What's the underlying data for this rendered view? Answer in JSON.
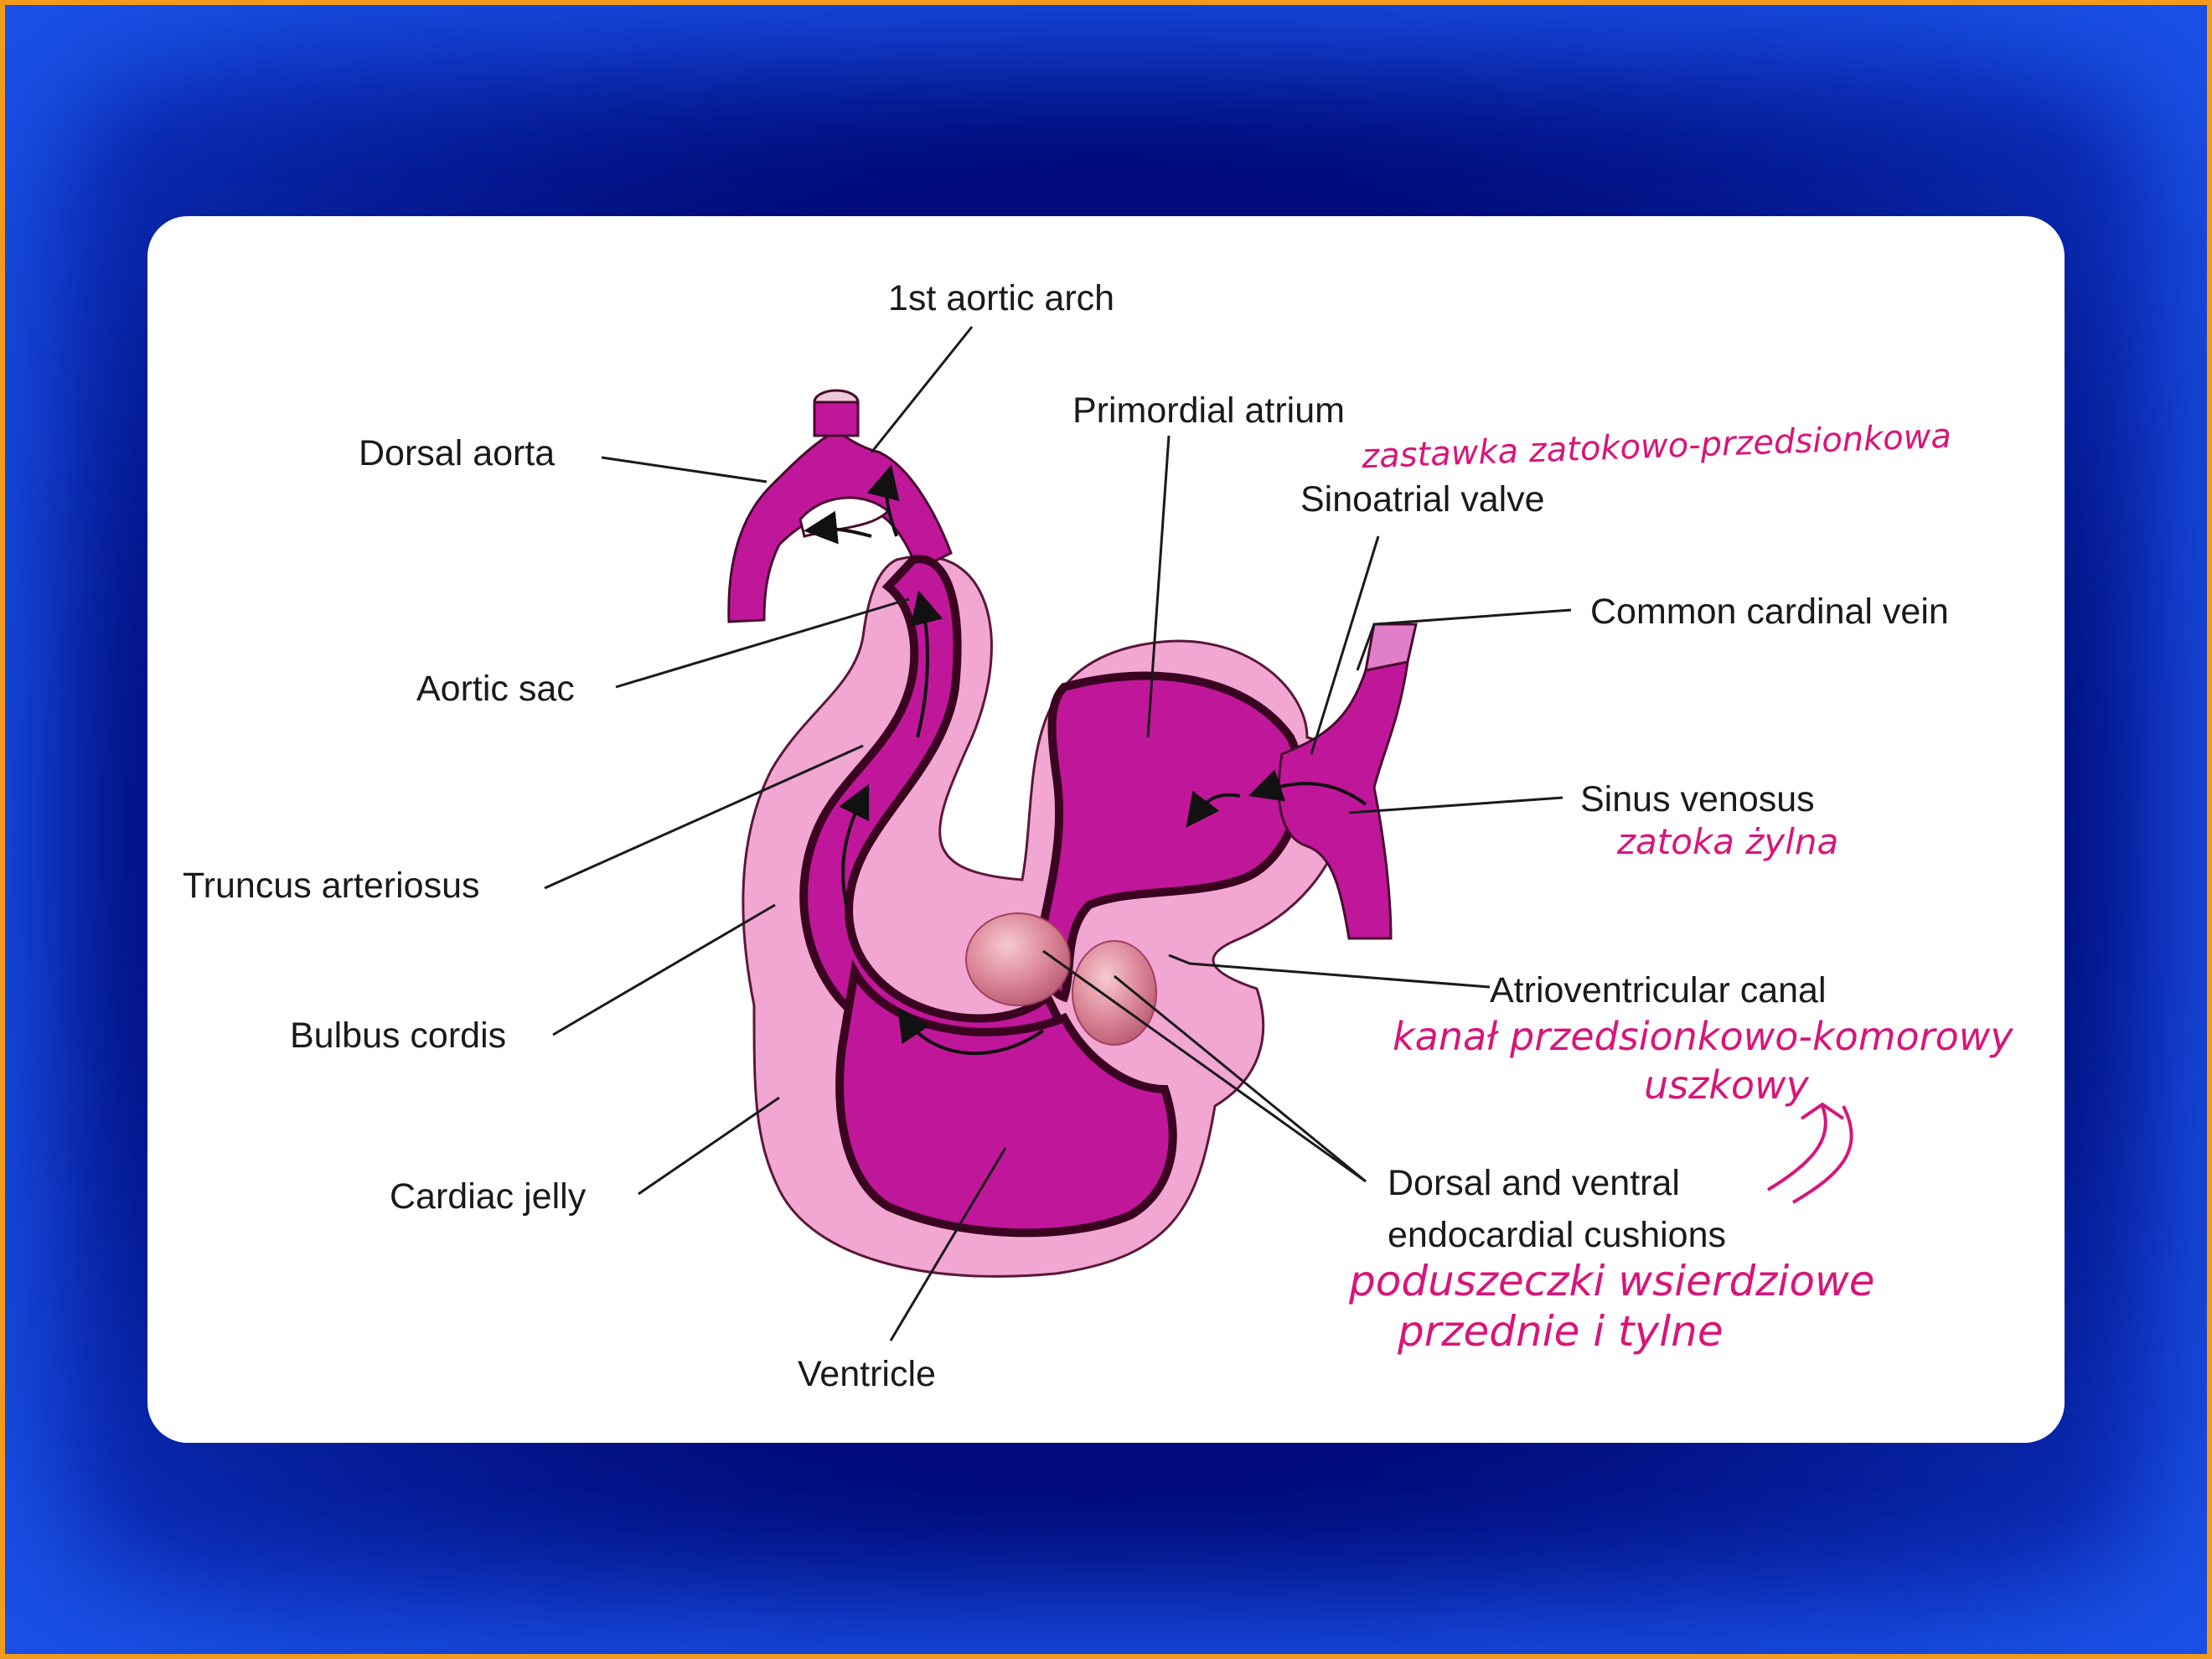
{
  "labels": {
    "first_aortic_arch": "1st aortic arch",
    "dorsal_aorta": "Dorsal aorta",
    "primordial_atrium": "Primordial atrium",
    "sinoatrial_valve": "Sinoatrial valve",
    "common_cardinal_vein": "Common cardinal vein",
    "aortic_sac": "Aortic sac",
    "sinus_venosus": "Sinus venosus",
    "truncus_arteriosus": "Truncus arteriosus",
    "atrioventricular_canal": "Atrioventricular canal",
    "bulbus_cordis": "Bulbus cordis",
    "cardiac_jelly": "Cardiac jelly",
    "endocardial_cushions_line1": "Dorsal and ventral",
    "endocardial_cushions_line2": "endocardial cushions",
    "ventricle": "Ventricle"
  },
  "annotations": {
    "sinoatrial_valve_pl": "zastawka zatokowo-przedsionkowa",
    "sinus_venosus_pl": "zatoka żylna",
    "av_canal_pl_line1": "kanał przedsionkowo-komorowy",
    "av_canal_pl_line2": "uszkowy",
    "cushions_pl_line1": "poduszeczki wsierdziowe",
    "cushions_pl_line2": "przednie i tylne"
  },
  "colors": {
    "frame_border": "#f29a1c",
    "frame_blue": "#000a78",
    "jelly_pink": "#f2a6d2",
    "myocardium_magenta": "#c0179a",
    "lumen_dark": "#3a0420",
    "annotation_pink": "#d8157a"
  }
}
